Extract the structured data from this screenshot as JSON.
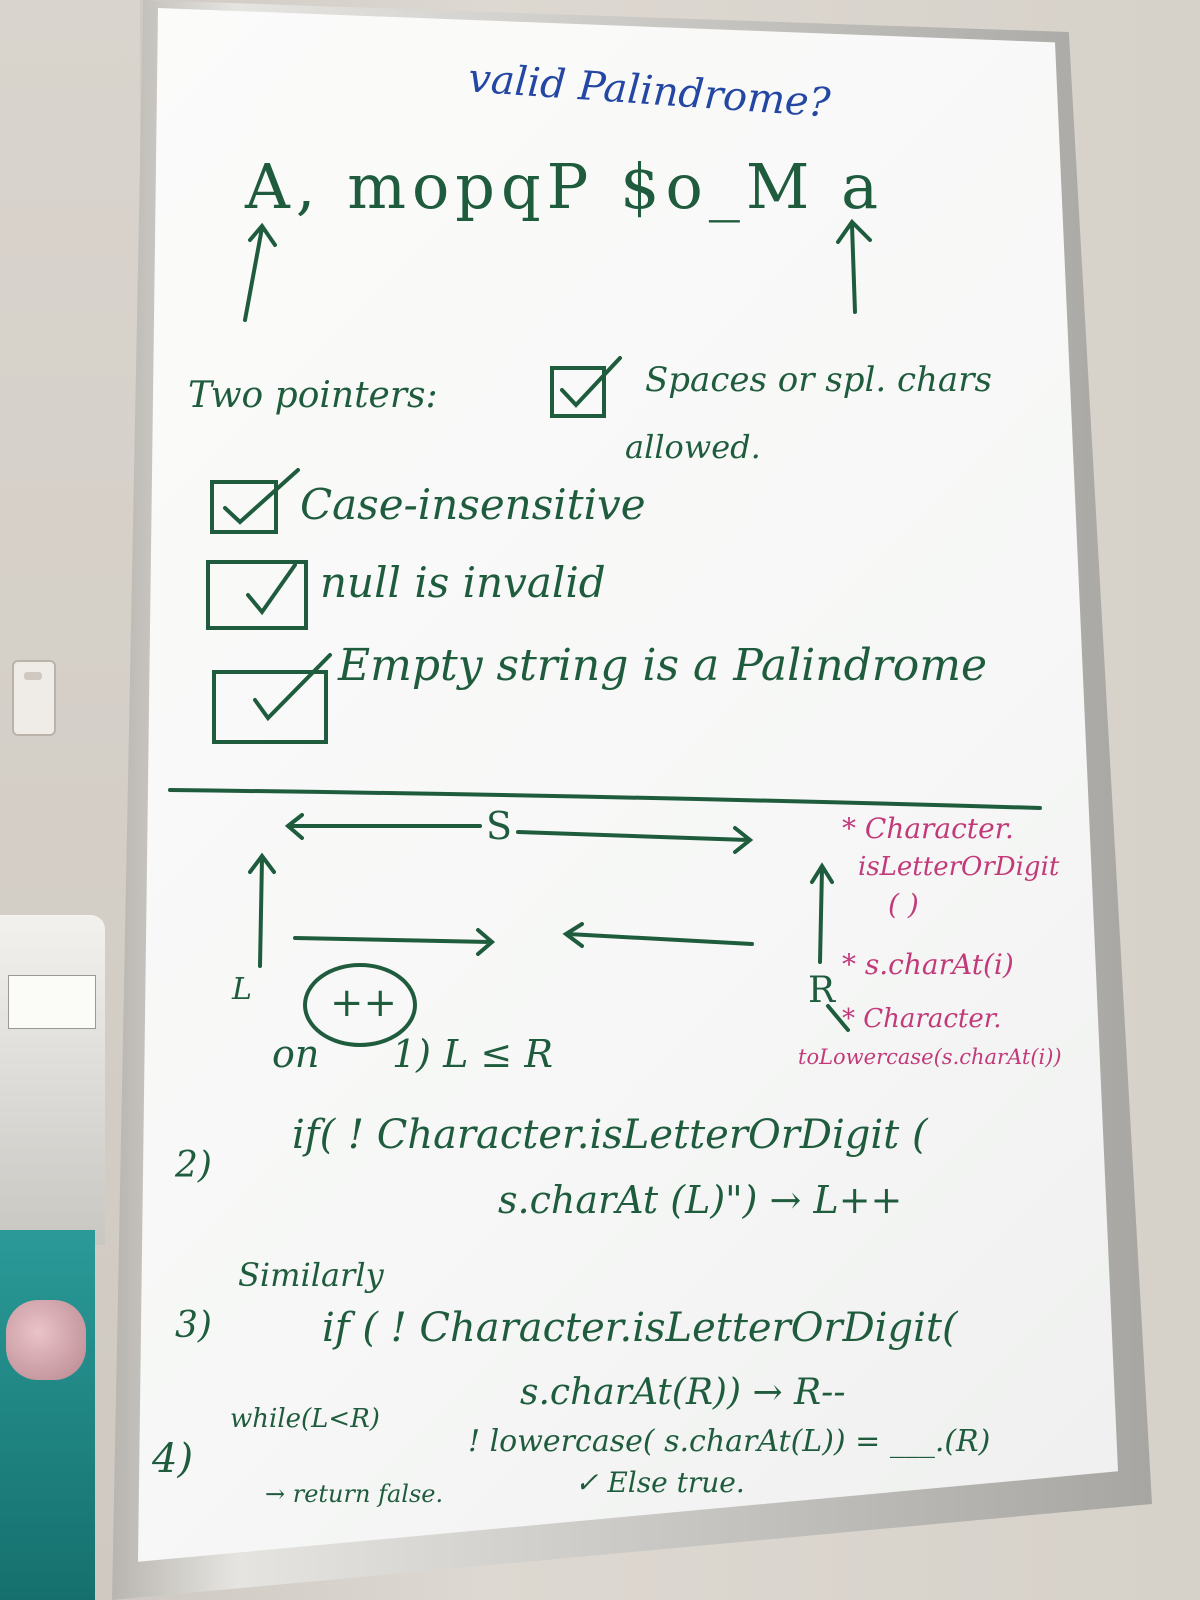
{
  "board": {
    "title": "valid Palindrome?",
    "example": "A, mopqP $o_M a",
    "two_pointers_label": "Two pointers:",
    "checks": [
      {
        "text": "Spaces or spl. chars",
        "text2": "allowed."
      },
      {
        "text": "Case-insensitive"
      },
      {
        "text": "null is invalid"
      },
      {
        "text": "Empty string is a Palindrome"
      }
    ],
    "diagram": {
      "s_label": "S",
      "left_label": "L",
      "right_label": "R",
      "increment": "++",
      "on": "on",
      "step1": "1) L ≤ R"
    },
    "notes": [
      "* Character.",
      "isLetterOrDigit",
      "( )",
      "* s.charAt(i)",
      "* Character.",
      "toLowercase(s.charAt(i))"
    ],
    "steps": {
      "s2_num": "2)",
      "s2_line1": "if( ! Character.isLetterOrDigit (",
      "s2_line2": "s.charAt (L)\") → L++",
      "s3_num": "3)",
      "s3_similarly": "Similarly",
      "s3_line1": "if ( ! Character.isLetterOrDigit(",
      "s3_line2": "s.charAt(R)) → R--",
      "s4_num": "4)",
      "s4_while": "while(L<R)",
      "s4_line1": "! lowercase( s.charAt(L)) = ___.(R)",
      "s4_return": "→ return false.",
      "s4_else": "✓ Else true."
    }
  },
  "colors": {
    "green_ink": "#1f5c3d",
    "blue_ink": "#2447a3",
    "pink_ink": "#c23a7a"
  }
}
